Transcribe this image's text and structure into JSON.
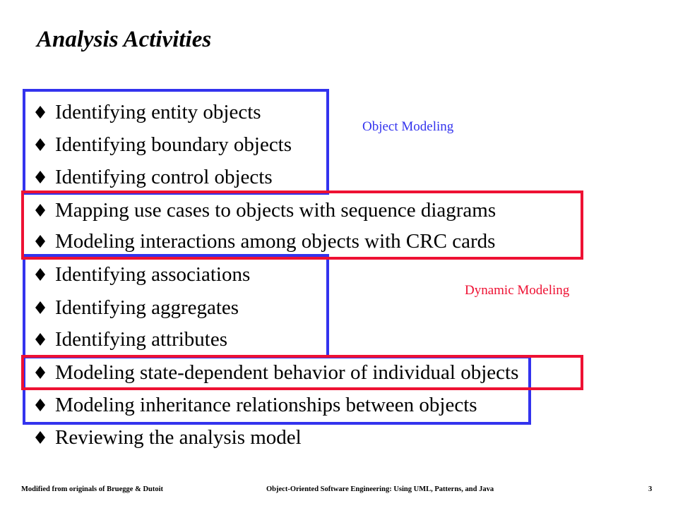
{
  "slide": {
    "title": "Analysis Activities",
    "bullets": [
      "Identifying entity objects",
      "Identifying boundary objects",
      "Identifying control objects",
      "Mapping use cases to objects with sequence diagrams",
      "Modeling interactions among objects with CRC cards",
      "Identifying associations",
      "Identifying aggregates",
      "Identifying attributes",
      "Modeling state-dependent behavior of individual objects",
      "Modeling inheritance relationships between objects",
      "Reviewing the analysis model"
    ],
    "group_labels": {
      "object_modeling": "Object Modeling",
      "dynamic_modeling": "Dynamic Modeling"
    },
    "bullet_icon": "diamond-bullet-icon",
    "colors": {
      "object_modeling": "#3333ee",
      "dynamic_modeling": "#ee1133"
    }
  },
  "footer": {
    "left": "Modified from originals of Bruegge & Dutoit",
    "center": "Object-Oriented Software Engineering: Using UML, Patterns, and Java",
    "page_number": "3"
  }
}
